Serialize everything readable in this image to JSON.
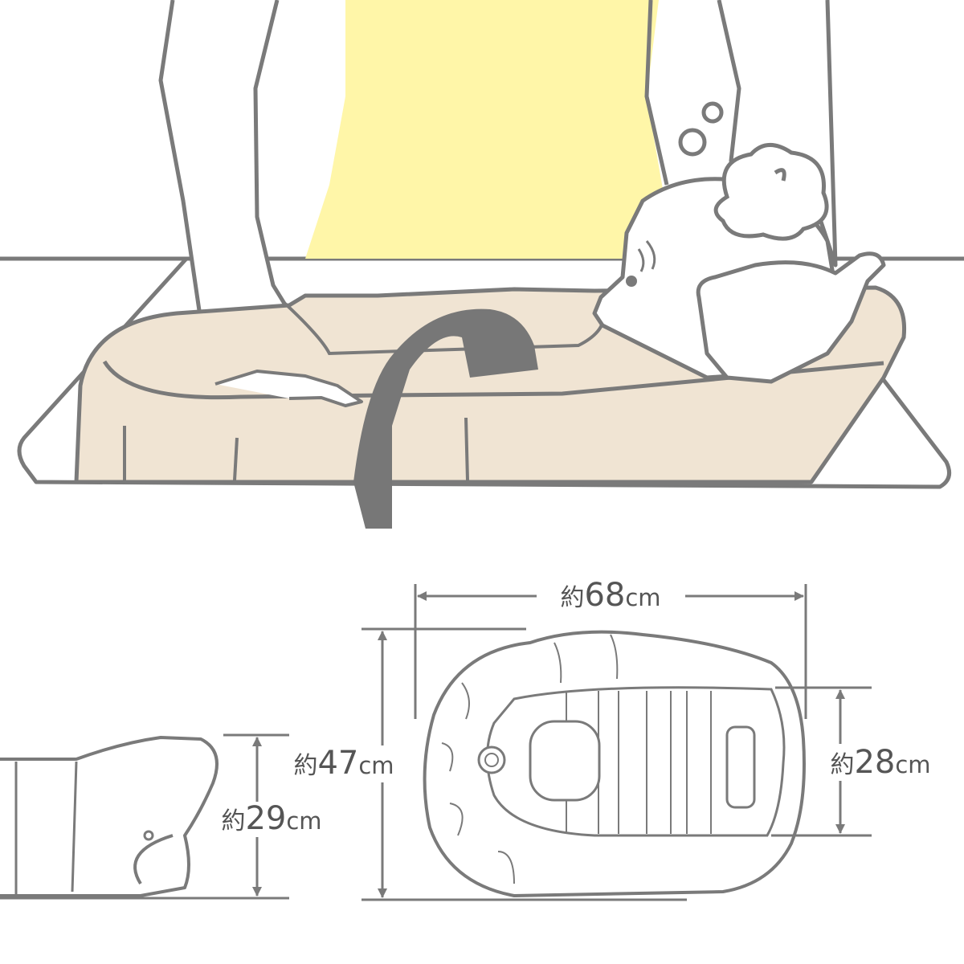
{
  "colors": {
    "line": "#7a7a7a",
    "shirt": "#fff6a8",
    "bath": "#f0e4d3",
    "hose": "#777777",
    "background": "#ffffff"
  },
  "dimensions": {
    "length": {
      "prefix": "約",
      "value": "68",
      "unit": "cm"
    },
    "width": {
      "prefix": "約",
      "value": "47",
      "unit": "cm"
    },
    "inner_width": {
      "prefix": "約",
      "value": "28",
      "unit": "cm"
    },
    "height": {
      "prefix": "約",
      "value": "29",
      "unit": "cm"
    }
  }
}
